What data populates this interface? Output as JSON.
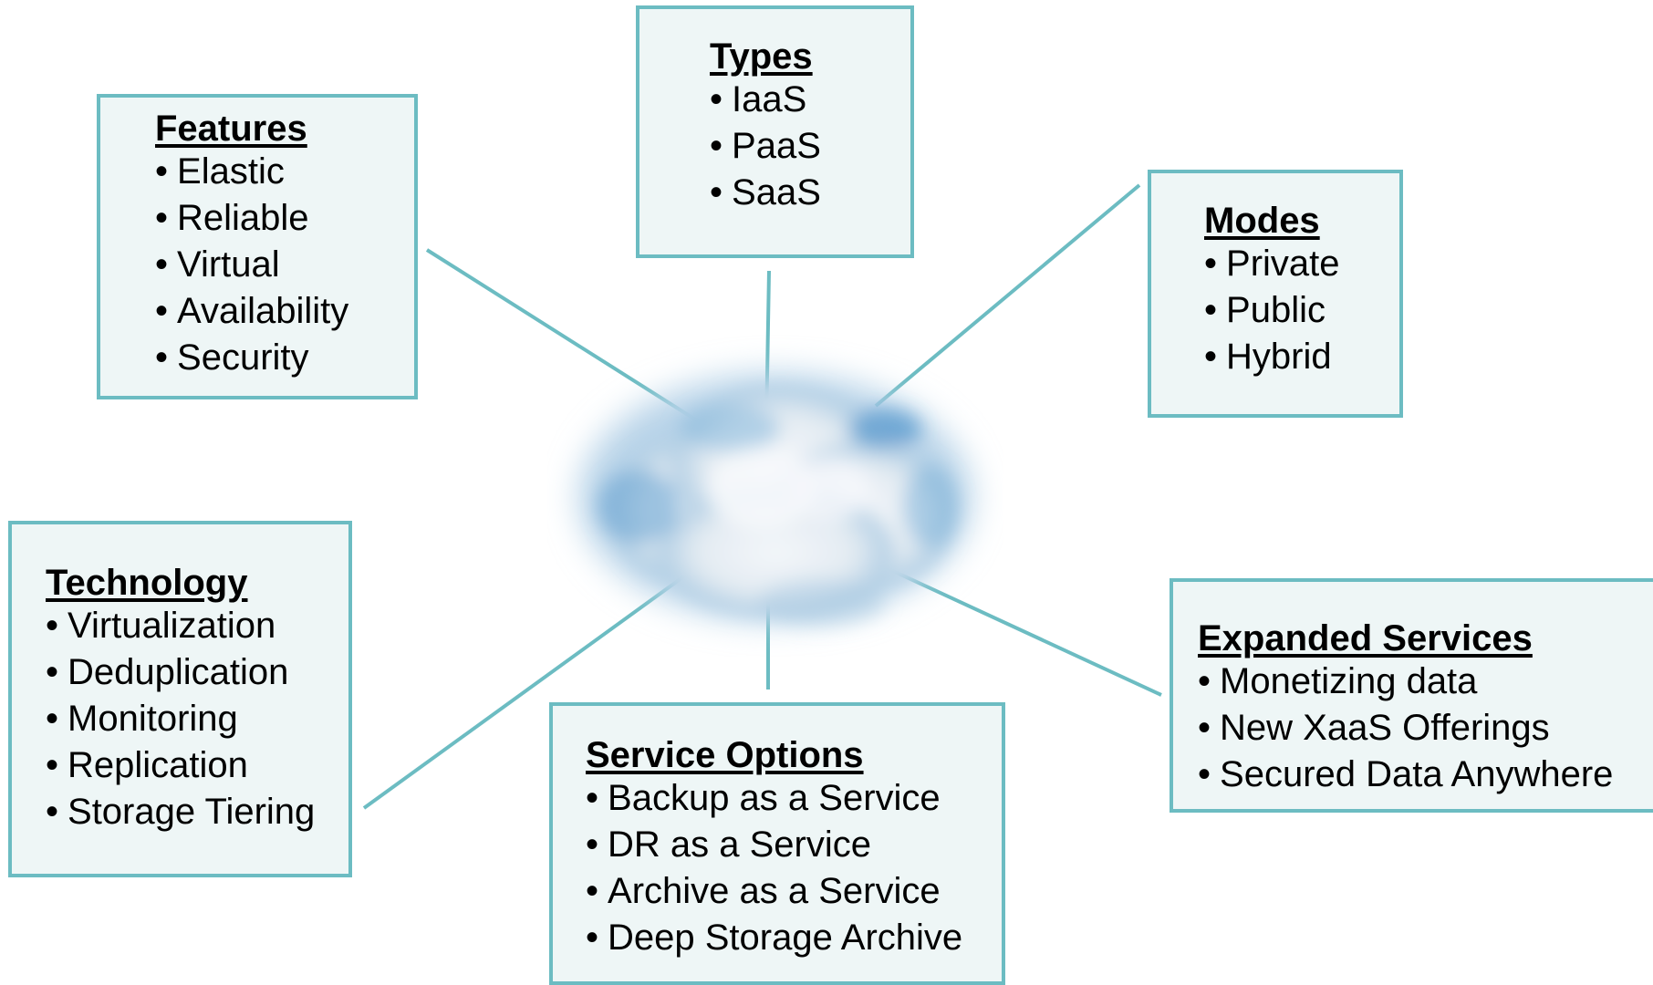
{
  "diagram": {
    "boxes": {
      "types": {
        "title": "Types",
        "items": [
          "IaaS",
          "PaaS",
          "SaaS"
        ]
      },
      "features": {
        "title": "Features",
        "items": [
          "Elastic",
          "Reliable",
          "Virtual",
          "Availability",
          "Security"
        ]
      },
      "modes": {
        "title": "Modes",
        "items": [
          "Private",
          "Public",
          "Hybrid"
        ]
      },
      "technology": {
        "title": "Technology",
        "items": [
          "Virtualization",
          "Deduplication",
          "Monitoring",
          "Replication",
          "Storage Tiering"
        ]
      },
      "expanded_services": {
        "title": "Expanded Services",
        "items": [
          "Monetizing data",
          "New XaaS Offerings",
          "Secured Data Anywhere"
        ]
      },
      "service_options": {
        "title": "Service Options",
        "items": [
          "Backup as a Service",
          "DR as a Service",
          "Archive as a Service",
          "Deep Storage Archive"
        ]
      }
    },
    "colors": {
      "box_border": "#6cbcc2",
      "box_fill": "#eef6f6",
      "connector": "#6cbcc2",
      "cloud_blue": "#5a9fcf",
      "cloud_white": "#f3f6f9"
    },
    "icons": {
      "center": "cloud-icon"
    }
  }
}
